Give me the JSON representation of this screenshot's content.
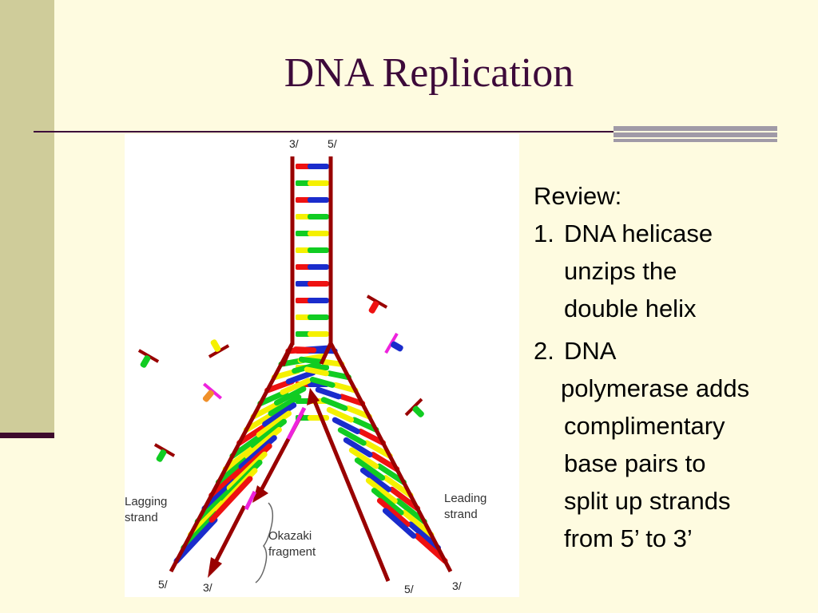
{
  "slide": {
    "title": "DNA Replication"
  },
  "review": {
    "heading": "Review:",
    "items": [
      {
        "number": "1.",
        "lines": [
          "DNA helicase",
          "unzips the",
          "double helix"
        ]
      },
      {
        "number": "2.",
        "lines": [
          "DNA",
          "polymerase adds",
          "complimentary",
          "base pairs to",
          "split up strands",
          "from 5’ to 3’"
        ]
      }
    ]
  },
  "diagram": {
    "top_left_end": "3/",
    "top_right_end": "5/",
    "bottom_labels": [
      "5/",
      "3/",
      "5/",
      "3/"
    ],
    "lagging_label": [
      "Lagging",
      "strand"
    ],
    "leading_label": [
      "Leading",
      "strand"
    ],
    "okazaki_label": [
      "Okazaki",
      "fragment"
    ],
    "colors": {
      "backbone": "#990000",
      "base_red": "#ee1111",
      "base_blue": "#1a2ccc",
      "base_green": "#11cc22",
      "base_yellow": "#f5f000",
      "base_orange": "#f0902a",
      "primer": "#ee22dd"
    }
  }
}
